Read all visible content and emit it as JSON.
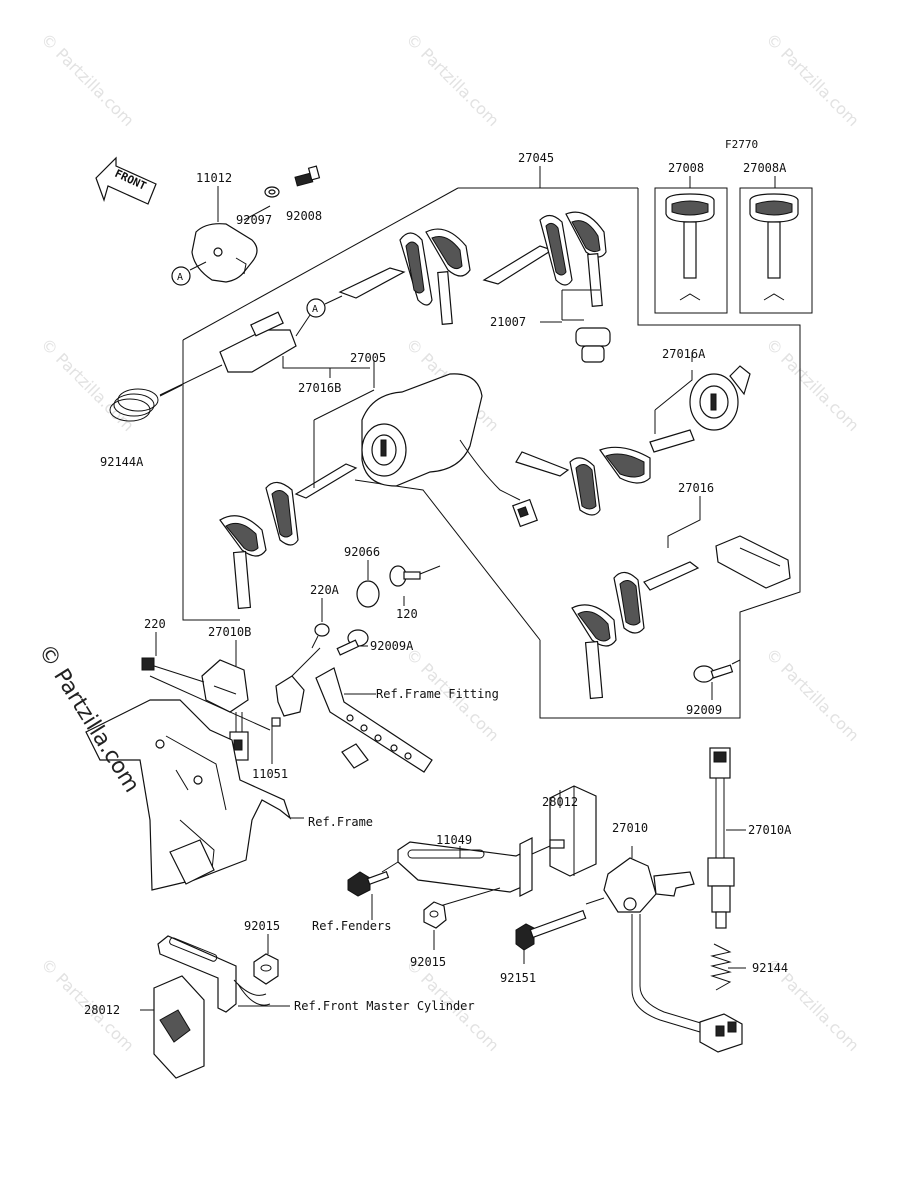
{
  "figure_code": "F2770",
  "front_label": "FRONT",
  "watermark_main": "© Partzilla.com",
  "watermark_tile": "© Partzilla.com",
  "parts": {
    "p11012": "11012",
    "p92097": "92097",
    "p92008": "92008",
    "pA1": "A",
    "pA2": "A",
    "p27045": "27045",
    "p27008": "27008",
    "p27008A": "27008A",
    "p21007": "21007",
    "p27016B": "27016B",
    "p27005": "27005",
    "p27016A": "27016A",
    "p92144A": "92144A",
    "p27016": "27016",
    "p92066": "92066",
    "p220A": "220A",
    "p120": "120",
    "p220": "220",
    "p27010B": "27010B",
    "p92009A": "92009A",
    "p92009": "92009",
    "p11051": "11051",
    "p28012a": "28012",
    "p27010": "27010",
    "p27010A": "27010A",
    "p11049": "11049",
    "p92015a": "92015",
    "p92015b": "92015",
    "p92151": "92151",
    "p92144": "92144",
    "p28012b": "28012"
  },
  "refs": {
    "frame_fitting": "Ref.Frame Fitting",
    "frame": "Ref.Frame",
    "fenders": "Ref.Fenders",
    "front_master": "Ref.Front Master Cylinder"
  }
}
